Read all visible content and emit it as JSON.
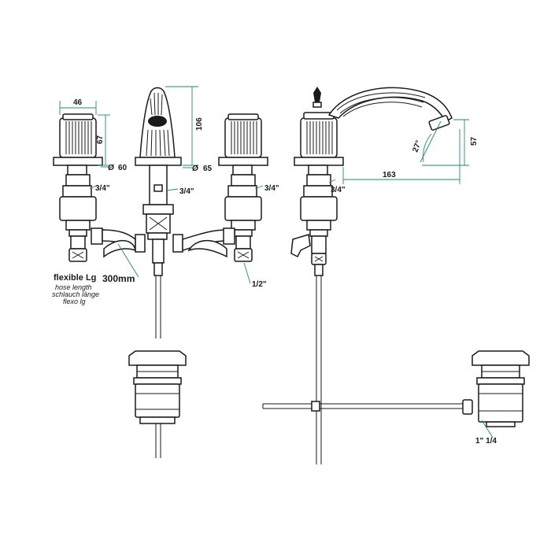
{
  "dimensions": {
    "handle_width": "46",
    "handle_height": "67",
    "handle_dia": "60",
    "spout_height": "106",
    "spout_dia": "65",
    "thread_left": "3/4\"",
    "thread_center": "3/4\"",
    "thread_right": "3/4\"",
    "thread_side": "3/4\"",
    "hose_connection": "1/2\"",
    "spout_reach": "163",
    "spout_side_height": "57",
    "spout_angle": "27°",
    "waste_thread": "1\" 1/4",
    "diameter_symbol": "Ø"
  },
  "hose_note": {
    "title": "flexible Lg",
    "line_en": "hose length",
    "line_de": "schlauch länge",
    "line_it": "flexo lg",
    "length": "300mm"
  },
  "colors": {
    "line": "#1a1a1a",
    "dimension": "#1f8a7a",
    "background": "#ffffff"
  }
}
